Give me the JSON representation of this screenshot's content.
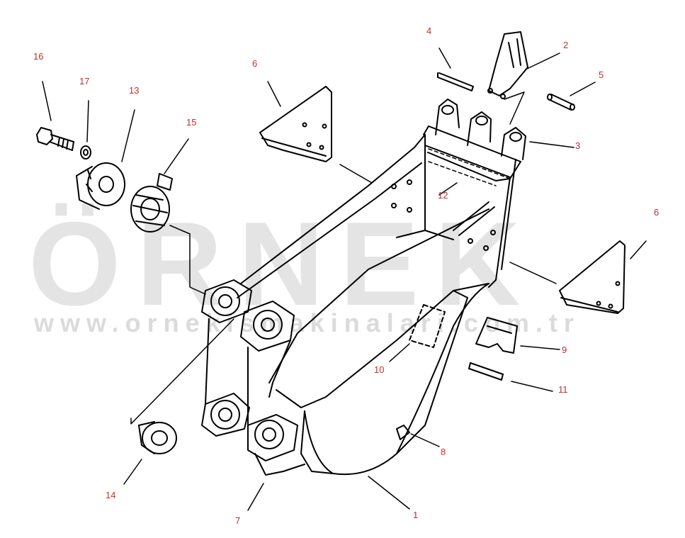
{
  "watermark": {
    "brand": "ÖRNEK",
    "url": "www.ornekismakinalari.com.tr"
  },
  "callouts": [
    {
      "id": "c16",
      "label": "16"
    },
    {
      "id": "c17",
      "label": "17"
    },
    {
      "id": "c13",
      "label": "13"
    },
    {
      "id": "c15",
      "label": "15"
    },
    {
      "id": "c6a",
      "label": "6"
    },
    {
      "id": "c4",
      "label": "4"
    },
    {
      "id": "c2",
      "label": "2"
    },
    {
      "id": "c5",
      "label": "5"
    },
    {
      "id": "c3",
      "label": "3"
    },
    {
      "id": "c12",
      "label": "12"
    },
    {
      "id": "c6b",
      "label": "6"
    },
    {
      "id": "c9",
      "label": "9"
    },
    {
      "id": "c10",
      "label": "10"
    },
    {
      "id": "c11",
      "label": "11"
    },
    {
      "id": "c8",
      "label": "8"
    },
    {
      "id": "c14",
      "label": "14"
    },
    {
      "id": "c7",
      "label": "7"
    },
    {
      "id": "c1",
      "label": "1"
    }
  ],
  "colors": {
    "line": "#000000",
    "callout": "#c03030",
    "watermark": "#cfcfcf"
  }
}
